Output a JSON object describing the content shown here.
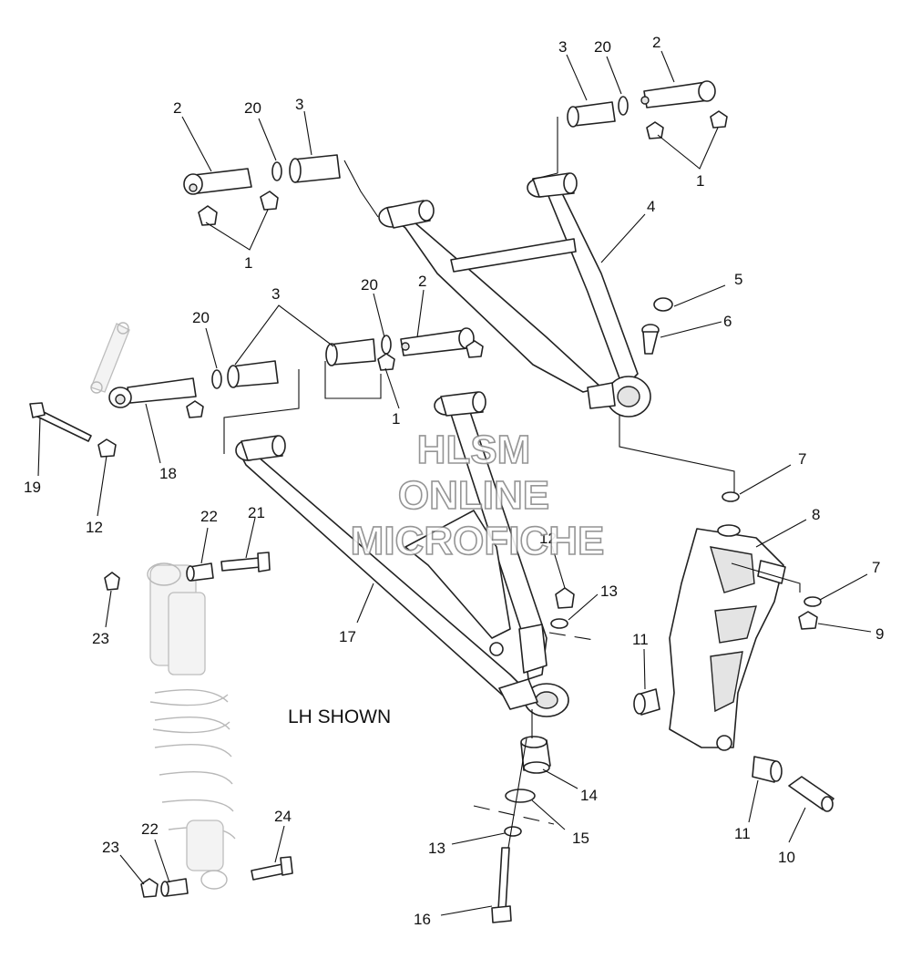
{
  "callouts": {
    "c2a": "2",
    "c20a": "20",
    "c3a": "3",
    "c1a": "1",
    "c3b": "3",
    "c20b": "20",
    "c2b": "2",
    "c1b": "1",
    "c4": "4",
    "c5": "5",
    "c6": "6",
    "c20c": "20",
    "c3c": "3",
    "c20d": "20",
    "c2c": "2",
    "c1c": "1",
    "c19": "19",
    "c18": "18",
    "c12a": "12",
    "c22a": "22",
    "c21": "21",
    "c23a": "23",
    "c17": "17",
    "c12b": "12",
    "c13a": "13",
    "c7a": "7",
    "c8": "8",
    "c7b": "7",
    "c9": "9",
    "c11a": "11",
    "c14": "14",
    "c15": "15",
    "c11b": "11",
    "c10": "10",
    "c13b": "13",
    "c16": "16",
    "c22b": "22",
    "c24": "24",
    "c23b": "23"
  },
  "note": "LH SHOWN",
  "watermark": [
    "HLSM",
    "ONLINE",
    "MICROFICHE"
  ]
}
